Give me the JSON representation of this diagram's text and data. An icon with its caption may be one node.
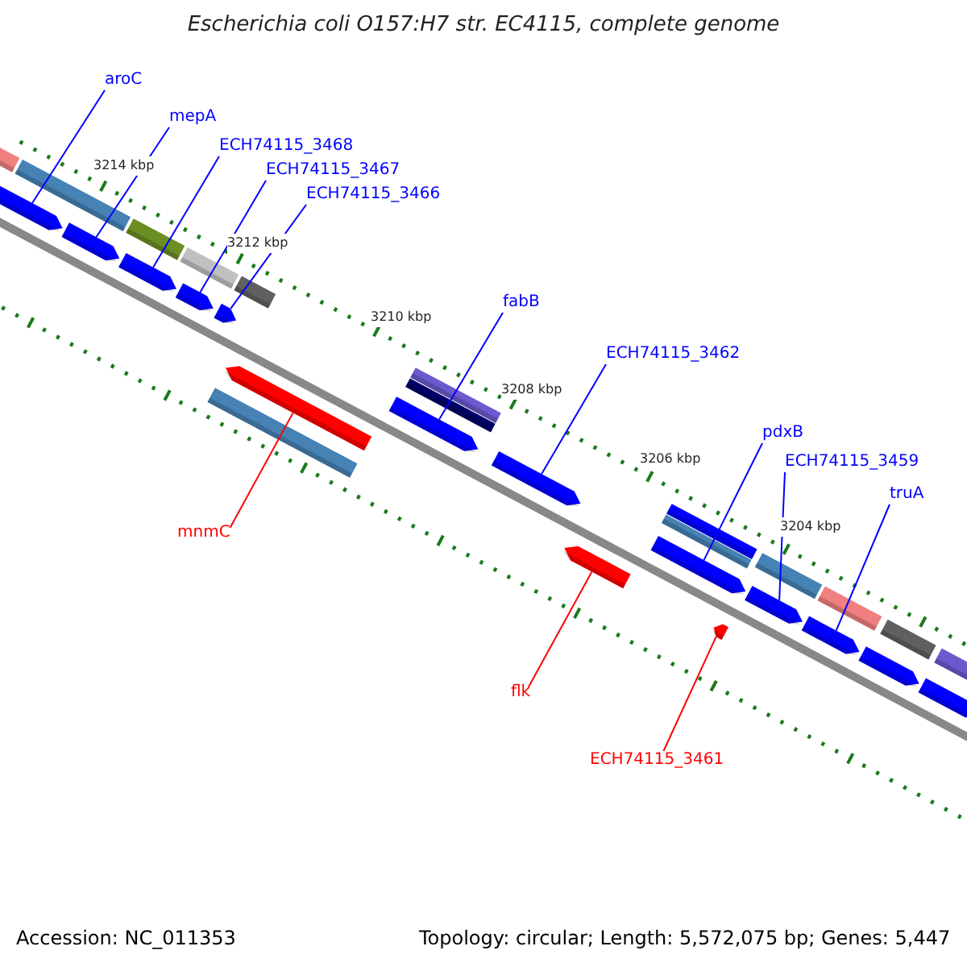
{
  "diagram": {
    "title": "Escherichia coli O157:H7 str. EC4115, complete genome",
    "nodes": [
      {
        "text": [
          "aroC"
        ]
      },
      {
        "text": [
          "mepA"
        ]
      },
      {
        "text": [
          "ECH74115_3468"
        ]
      },
      {
        "text": [
          "ECH74115_3467"
        ]
      },
      {
        "text": [
          "ECH74115_3466"
        ]
      },
      {
        "text": [
          "fabB"
        ]
      },
      {
        "text": [
          "ECH74115_3462"
        ]
      },
      {
        "text": [
          "pdxB"
        ]
      },
      {
        "text": [
          "ECH74115_3459"
        ]
      },
      {
        "text": [
          "truA"
        ]
      },
      {
        "text": [
          "mnmC"
        ]
      },
      {
        "text": [
          "flk"
        ]
      },
      {
        "text": [
          "ECH74115_3461"
        ]
      },
      {
        "text": [],
        "shape": "bar"
      },
      {
        "text": [],
        "shape": "bar"
      },
      {
        "text": [],
        "shape": "bar"
      },
      {
        "text": [],
        "shape": "bar"
      },
      {
        "text": [],
        "shape": "bar"
      },
      {
        "text": [],
        "shape": "bar"
      },
      {
        "text": [],
        "shape": "bar"
      },
      {
        "text": [],
        "shape": "bar"
      },
      {
        "text": [],
        "shape": "bar"
      },
      {
        "text": [],
        "shape": "bar"
      },
      {
        "text": [],
        "shape": "bar"
      },
      {
        "text": [],
        "shape": "bar"
      },
      {
        "text": [],
        "shape": "bar"
      },
      {
        "text": [],
        "shape": "bar"
      },
      {
        "text": [],
        "shape": "bar"
      }
    ],
    "edges": [
      {
        "from": 0,
        "to": 13,
        "arrow": "none"
      },
      {
        "from": 1,
        "to": 14,
        "arrow": "none"
      },
      {
        "from": 2,
        "to": 15,
        "arrow": "none"
      },
      {
        "from": 3,
        "to": 16,
        "arrow": "none"
      },
      {
        "from": 4,
        "to": 17,
        "arrow": "none"
      },
      {
        "from": 10,
        "to": 18,
        "arrow": "none",
        "color": "#ff0000"
      },
      {
        "from": 5,
        "to": 19,
        "arrow": "none"
      },
      {
        "from": 6,
        "to": 20,
        "arrow": "none"
      },
      {
        "from": 11,
        "to": 21,
        "arrow": "none",
        "color": "#ff0000"
      },
      {
        "from": 7,
        "to": 22,
        "arrow": "none"
      },
      {
        "from": 12,
        "to": 23,
        "arrow": "none",
        "color": "#ff0000"
      },
      {
        "from": 8,
        "to": 24,
        "arrow": "none"
      },
      {
        "from": 9,
        "to": 25,
        "arrow": "none"
      }
    ],
    "labels": [
      "3214 kbp",
      "3212 kbp",
      "3210 kbp",
      "3208 kbp",
      "3206 kbp",
      "3204 kbp",
      "Accession: NC_011353",
      "Topology: circular; Length: 5,572,075 bp; Genes: 5,447"
    ]
  }
}
